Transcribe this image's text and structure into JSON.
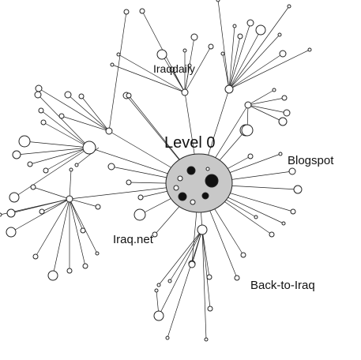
{
  "labels": {
    "level0": "Level 0",
    "iraqdaily": "Iraqdaily",
    "blogspot": "Blogspot",
    "iraqnet": "Iraq.net",
    "backtoiraq": "Back-to-Iraq"
  },
  "colors": {
    "edge": "#222222",
    "core_fill": "#c8c8c8",
    "node_stroke": "#222222",
    "dark_node": "#111111",
    "light_node": "#ffffff"
  },
  "graph": {
    "description_free": true
  }
}
